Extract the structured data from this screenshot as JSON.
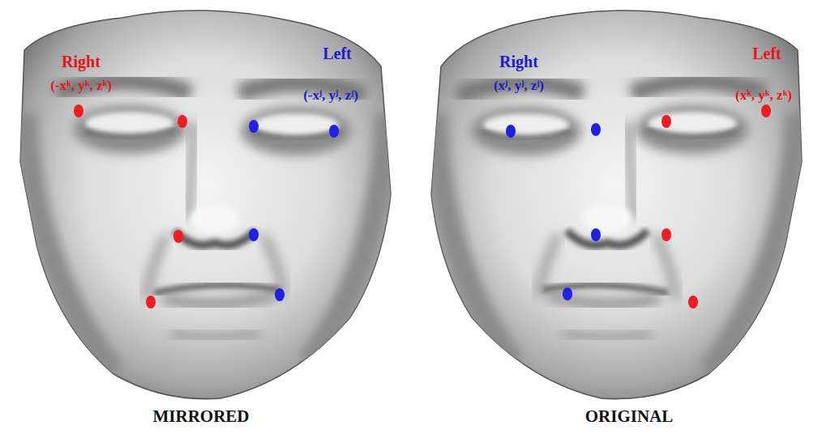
{
  "diagram": {
    "labels": [
      "Right",
      "(-xᵏ, yᵏ, zᵏ)",
      "Left",
      "(-xʲ, yʲ, zʲ)",
      "MIRRORED",
      "Right",
      "(xʲ, yʲ, zʲ)",
      "Left",
      "(xᵏ, yᵏ, zᵏ)",
      "ORIGINAL"
    ]
  }
}
